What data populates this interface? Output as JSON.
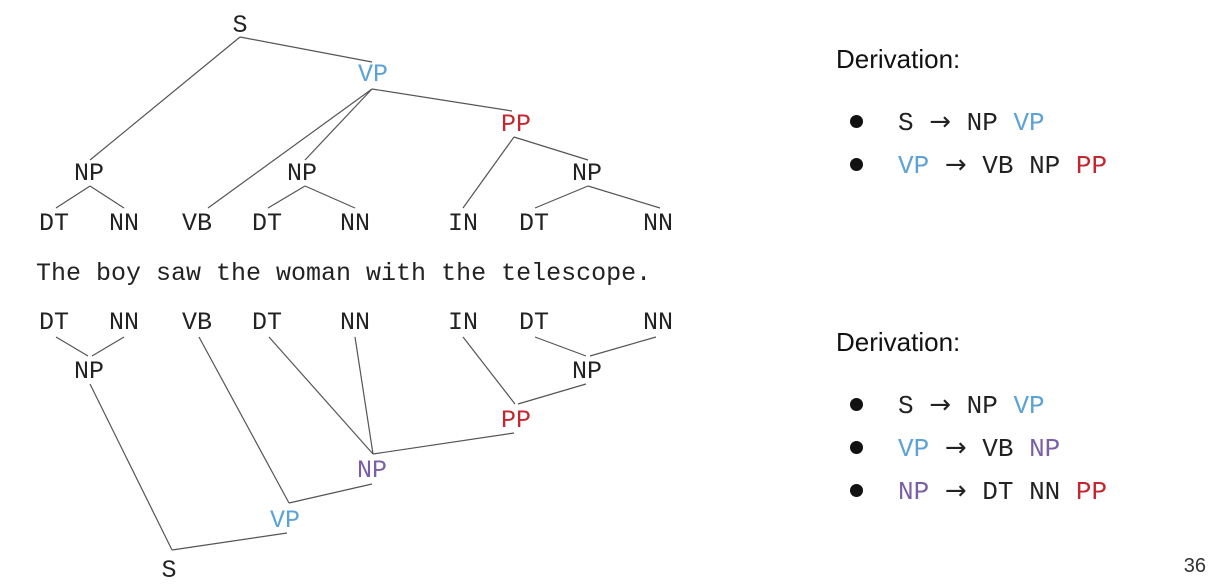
{
  "colors": {
    "vp": "#5ba3d6",
    "pp": "#c4252e",
    "np_highlight": "#7a5ea8",
    "default": "#222222"
  },
  "sentence": "The boy saw the woman with the telescope.",
  "tags": [
    "DT",
    "NN",
    "VB",
    "DT",
    "NN",
    "IN",
    "DT",
    "NN"
  ],
  "top_tree": {
    "nodes": {
      "s": "S",
      "vp": "VP",
      "pp": "PP",
      "np_subj": "NP",
      "np_obj": "NP",
      "np_pp": "NP"
    }
  },
  "bottom_tree": {
    "nodes": {
      "np_subj": "NP",
      "np_pp": "NP",
      "pp": "PP",
      "np_obj": "NP",
      "vp": "VP",
      "s": "S"
    }
  },
  "derivations": [
    {
      "title": "Derivation:",
      "rules": [
        {
          "lhs": {
            "text": "S",
            "color": "default"
          },
          "arrow": "→",
          "rhs": [
            {
              "text": "NP",
              "color": "default"
            },
            {
              "text": "VP",
              "color": "vp"
            }
          ]
        },
        {
          "lhs": {
            "text": "VP",
            "color": "vp"
          },
          "arrow": "→",
          "rhs": [
            {
              "text": "VB",
              "color": "default"
            },
            {
              "text": "NP",
              "color": "default"
            },
            {
              "text": "PP",
              "color": "pp"
            }
          ]
        }
      ]
    },
    {
      "title": "Derivation:",
      "rules": [
        {
          "lhs": {
            "text": "S",
            "color": "default"
          },
          "arrow": "→",
          "rhs": [
            {
              "text": "NP",
              "color": "default"
            },
            {
              "text": "VP",
              "color": "vp"
            }
          ]
        },
        {
          "lhs": {
            "text": "VP",
            "color": "vp"
          },
          "arrow": "→",
          "rhs": [
            {
              "text": "VB",
              "color": "default"
            },
            {
              "text": "NP",
              "color": "np_highlight"
            }
          ]
        },
        {
          "lhs": {
            "text": "NP",
            "color": "np_highlight"
          },
          "arrow": "→",
          "rhs": [
            {
              "text": "DT",
              "color": "default"
            },
            {
              "text": "NN",
              "color": "default"
            },
            {
              "text": "PP",
              "color": "pp"
            }
          ]
        }
      ]
    }
  ],
  "page_number": "36"
}
